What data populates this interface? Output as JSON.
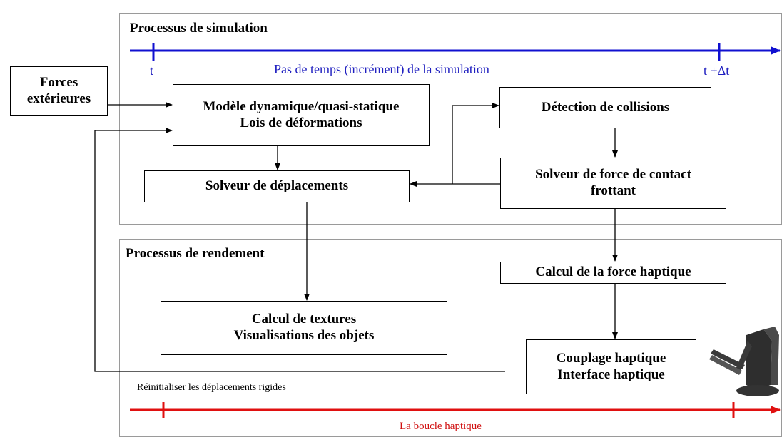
{
  "simulation": {
    "title": "Processus de simulation",
    "timeline_start": "t",
    "timeline_label": "Pas de temps (incrément) de la simulation",
    "timeline_end": "t +Δt",
    "timeline_color": "#1010d0"
  },
  "rendering": {
    "title": "Processus de rendement",
    "reinit_label": "Réinitialiser les déplacements rigides",
    "loop_label": "La boucle haptique",
    "loop_color": "#e01010"
  },
  "external": {
    "line1": "Forces",
    "line2": "extérieures"
  },
  "boxes": {
    "model": {
      "line1": "Modèle dynamique/quasi-statique",
      "line2": "Lois de déformations"
    },
    "solver_disp": {
      "line1": "Solveur de déplacements"
    },
    "collision": {
      "line1": "Détection de collisions"
    },
    "contact": {
      "line1": "Solveur de force de contact",
      "line2": "frottant"
    },
    "haptic_force": {
      "line1": "Calcul de la force haptique"
    },
    "textures": {
      "line1": "Calcul de textures",
      "line2": "Visualisations des objets"
    },
    "coupling": {
      "line1": "Couplage haptique",
      "line2": "Interface haptique"
    }
  },
  "device_icon": "haptic-device-icon"
}
